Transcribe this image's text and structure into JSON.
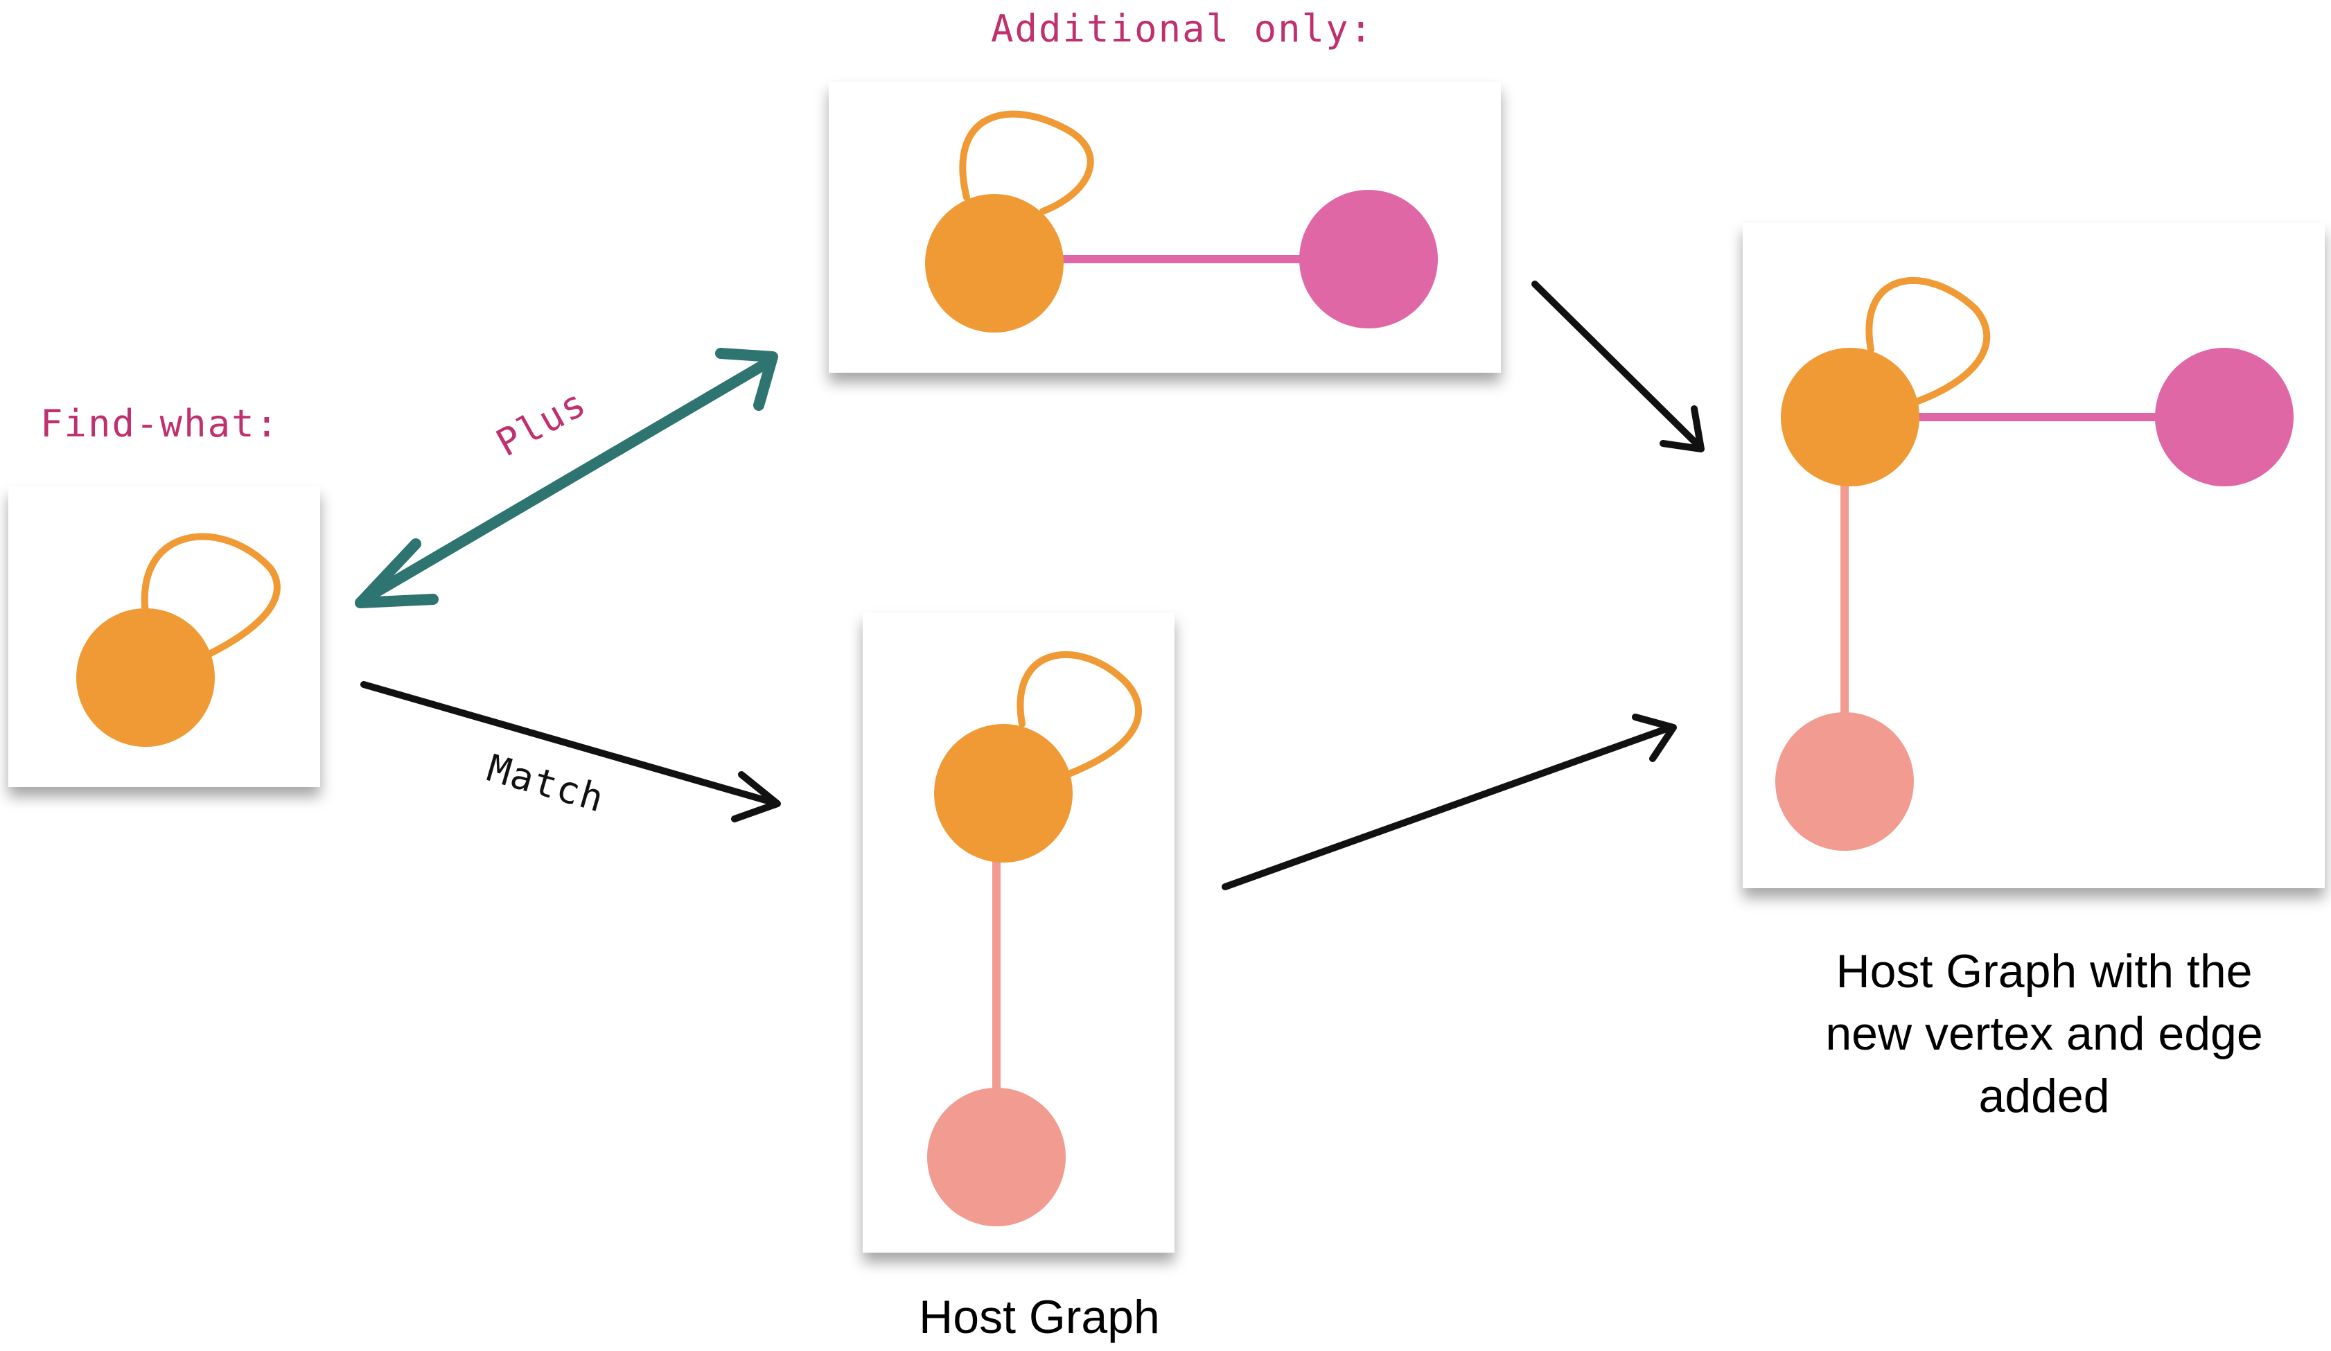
{
  "labels": {
    "find_what": "Find-what:",
    "additional_only": "Additional only:",
    "plus": "Plus",
    "match": "Match",
    "host_graph": "Host Graph",
    "result_caption_line1": "Host Graph with the",
    "result_caption_line2": "new vertex and edge",
    "result_caption_line3": "added"
  },
  "colors": {
    "label_magenta": "#c0306e",
    "orange_vertex": "#f09a36",
    "pink_vertex": "#e067a6",
    "salmon_vertex": "#f29b90",
    "pink_edge": "#e067a6",
    "salmon_edge": "#f29b90",
    "teal_arrow": "#2e7470",
    "black_arrow": "#111111"
  },
  "icons": {
    "plus_arrow": "double-headed-teal-arrow-icon",
    "match_arrow": "black-arrow-icon",
    "combine_arrows": "black-arrow-icon"
  }
}
